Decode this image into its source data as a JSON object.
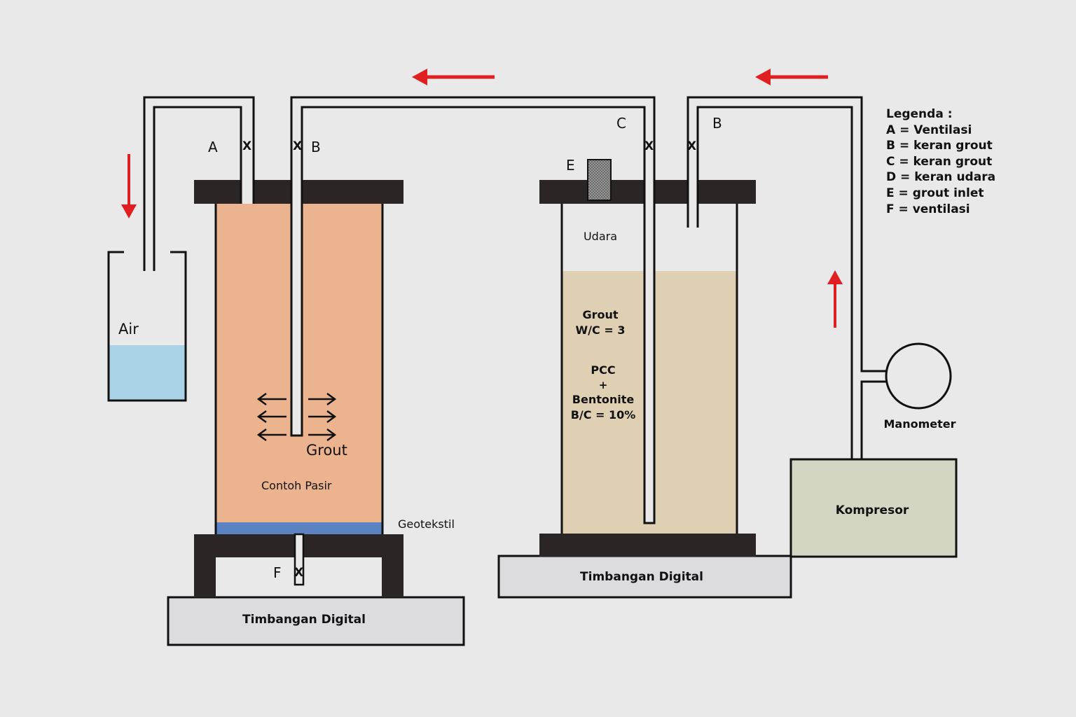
{
  "labels": {
    "air": "Air",
    "A": "A",
    "B_left": "B",
    "x_a": "X",
    "x_b": "X",
    "grout_arrows": "Grout",
    "contoh_pasir": "Contoh Pasir",
    "geotekstil": "Geotekstil",
    "F": "F",
    "x_f": "X",
    "timbangan_left": "Timbangan Digital",
    "E": "E",
    "C": "C",
    "B_right": "B",
    "x_c": "X",
    "x_b2": "X",
    "udara": "Udara",
    "grout_wc_1": "Grout",
    "grout_wc_2": "W/C = 3",
    "pcc_1": "PCC",
    "pcc_2": "+",
    "pcc_3": "Bentonite",
    "pcc_4": "B/C = 10%",
    "manometer": "Manometer",
    "kompresor": "Kompresor",
    "timbangan_right": "Timbangan Digital"
  },
  "legend": {
    "title": "Legenda :",
    "items": [
      "A = Ventilasi",
      "B = keran grout",
      "C = keran grout",
      "D = keran udara",
      "E = grout inlet",
      "F = ventilasi"
    ]
  },
  "colors": {
    "background": "#e9e9e9",
    "sand": "#ebb48e",
    "grout": "#dfd0b3",
    "water": "#a9d2e6",
    "geotextile": "#5b83c2",
    "cap": "#2b2526",
    "compressor": "#d4d6c4",
    "scale": "#dcdcdf",
    "arrow": "#e02020"
  }
}
